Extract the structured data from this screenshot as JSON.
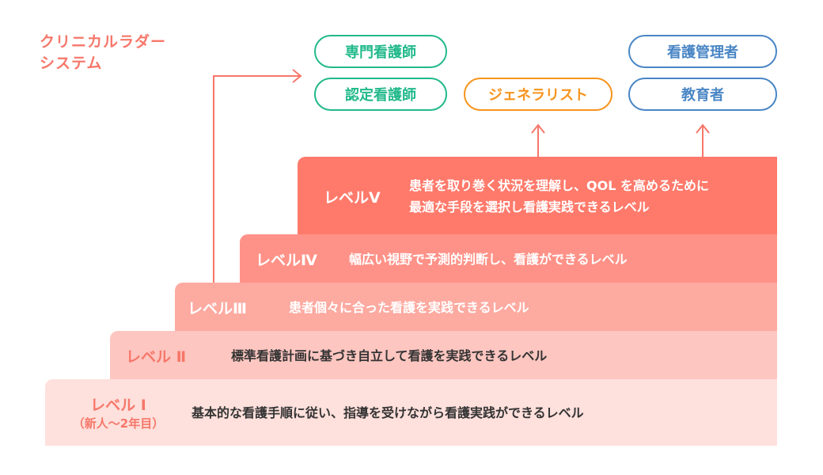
{
  "title": {
    "line1": "クリニカルラダー",
    "line2": "システム"
  },
  "careers": {
    "specialist": "専門看護師",
    "certified": "認定看護師",
    "generalist": "ジェネラリスト",
    "manager": "看護管理者",
    "educator": "教育者"
  },
  "levels": [
    {
      "label": "レベル Ⅰ",
      "sub": "（新人〜2年目）",
      "desc": "基本的な看護手順に従い、指導を受けながら看護実践ができるレベル"
    },
    {
      "label": "レベル Ⅱ",
      "desc": "標準看護計画に基づき自立して看護を実践できるレベル"
    },
    {
      "label": "レベルⅢ",
      "desc": "患者個々に合った看護を実践できるレベル"
    },
    {
      "label": "レベルⅣ",
      "desc": "幅広い視野で予測的判断し、看護ができるレベル"
    },
    {
      "label": "レベルⅤ",
      "desc1": "患者を取り巻く状況を理解し、QOL を高めるために",
      "desc2": "最適な手段を選択し看護実践できるレベル"
    }
  ],
  "colors": {
    "accent": "#f6776a",
    "green": "#22b98a",
    "orange": "#f7941d",
    "blue": "#4a86c5"
  }
}
